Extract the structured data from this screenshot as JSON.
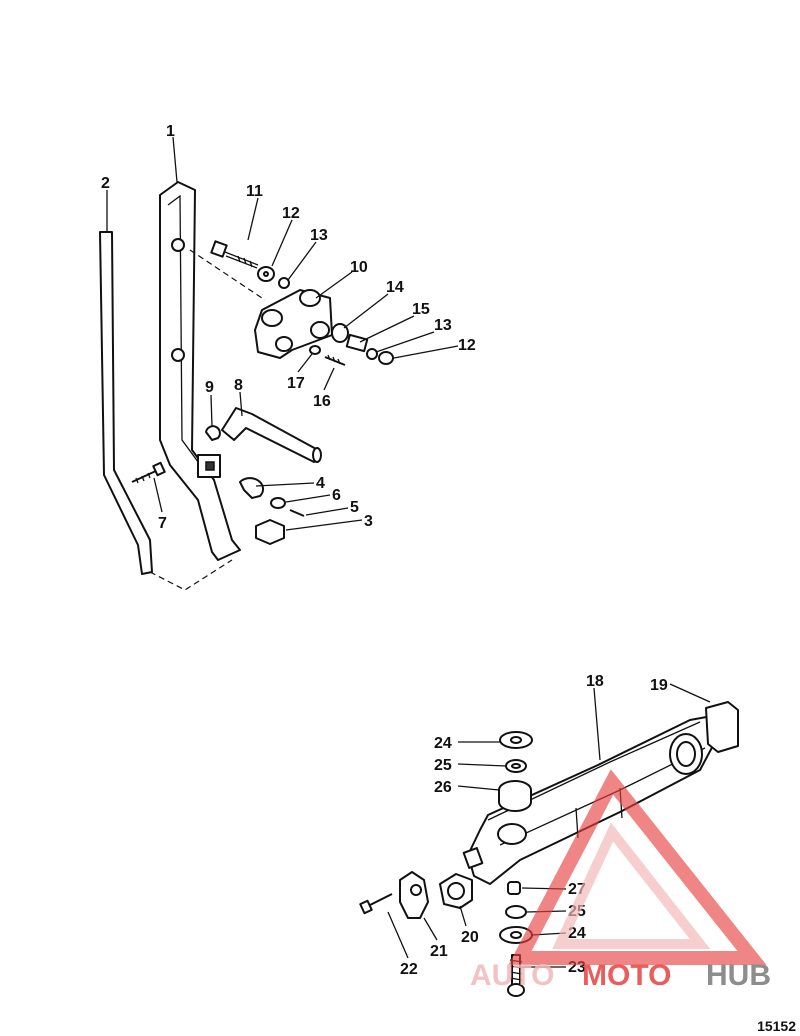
{
  "figure_number": "15152",
  "callouts": [
    "1",
    "2",
    "3",
    "4",
    "5",
    "6",
    "7",
    "8",
    "9",
    "10",
    "11",
    "12",
    "13",
    "14",
    "15",
    "16",
    "17",
    "12",
    "13",
    "18",
    "19",
    "20",
    "21",
    "22",
    "23",
    "24",
    "25",
    "26",
    "27",
    "24",
    "25"
  ],
  "watermark": {
    "text_part1": "AUTO",
    "text_part2": "MOTO",
    "text_part3": "HUB",
    "color_primary": "#e84040",
    "color_secondary": "#f2b8b8",
    "color_dark": "#7a7a7a"
  }
}
